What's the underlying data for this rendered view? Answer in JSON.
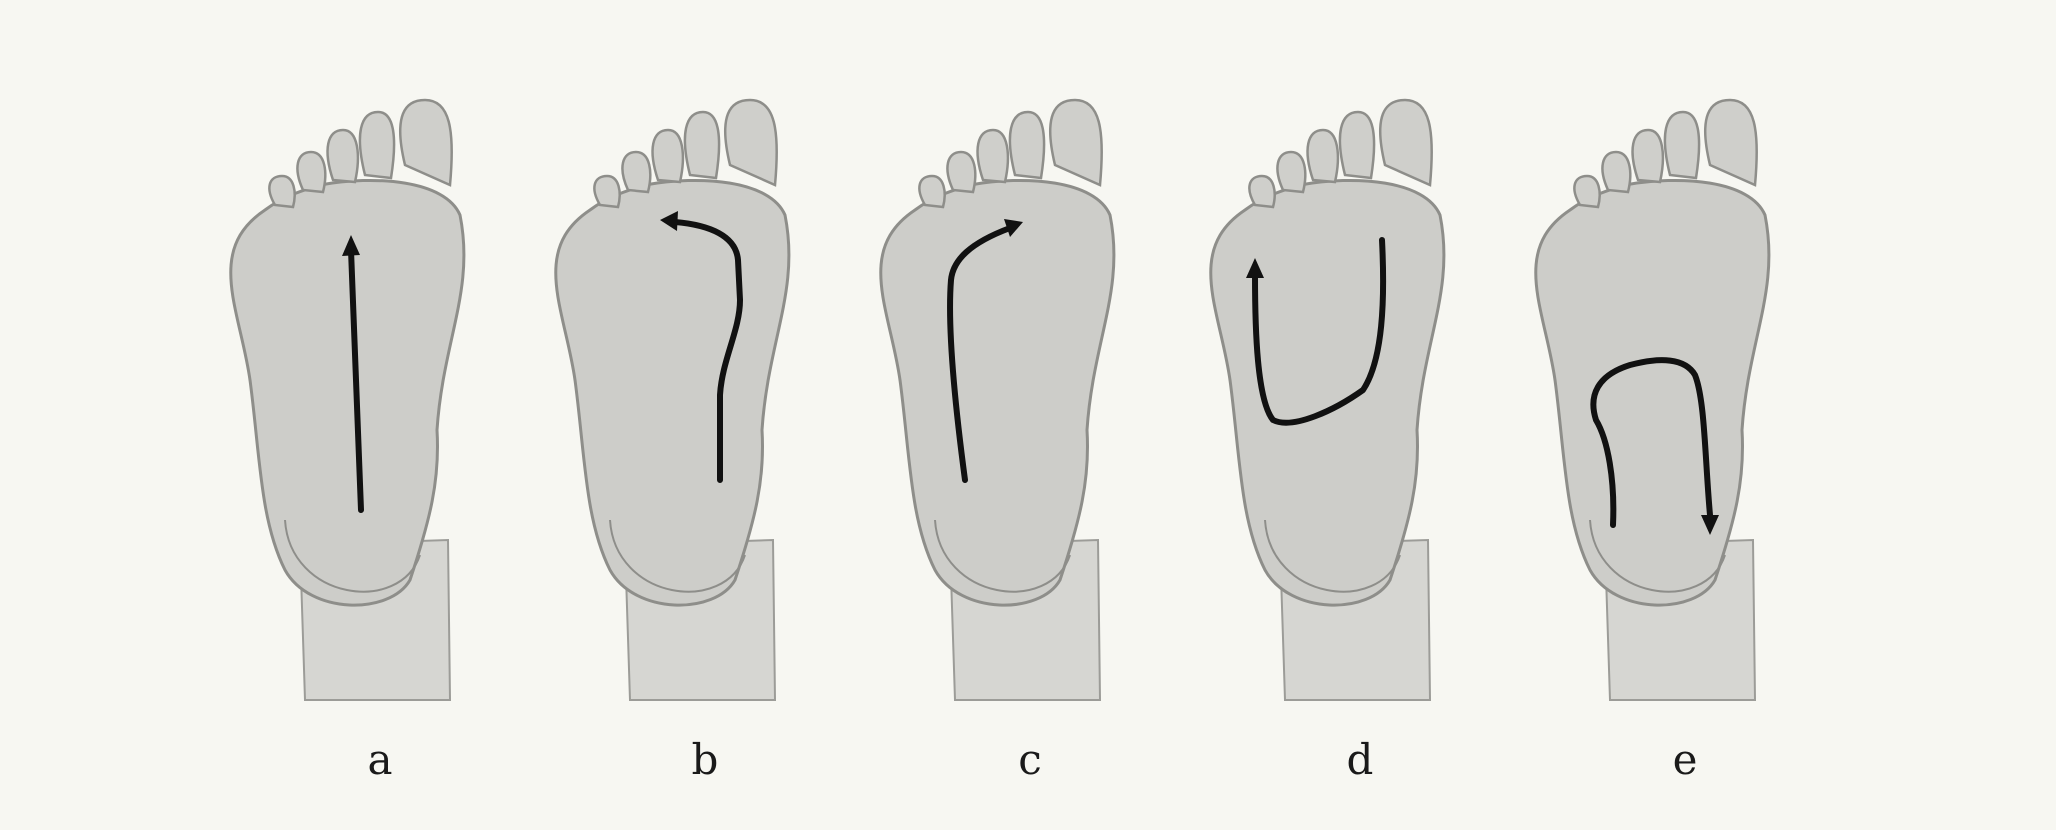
{
  "figure": {
    "background_color": "#f7f7f2",
    "foot_color": "#cdcdc9",
    "stroke_color": "#111111",
    "panels": [
      {
        "id": "a",
        "label": "a"
      },
      {
        "id": "b",
        "label": "b"
      },
      {
        "id": "c",
        "label": "c"
      },
      {
        "id": "d",
        "label": "d"
      },
      {
        "id": "e",
        "label": "e"
      }
    ]
  }
}
